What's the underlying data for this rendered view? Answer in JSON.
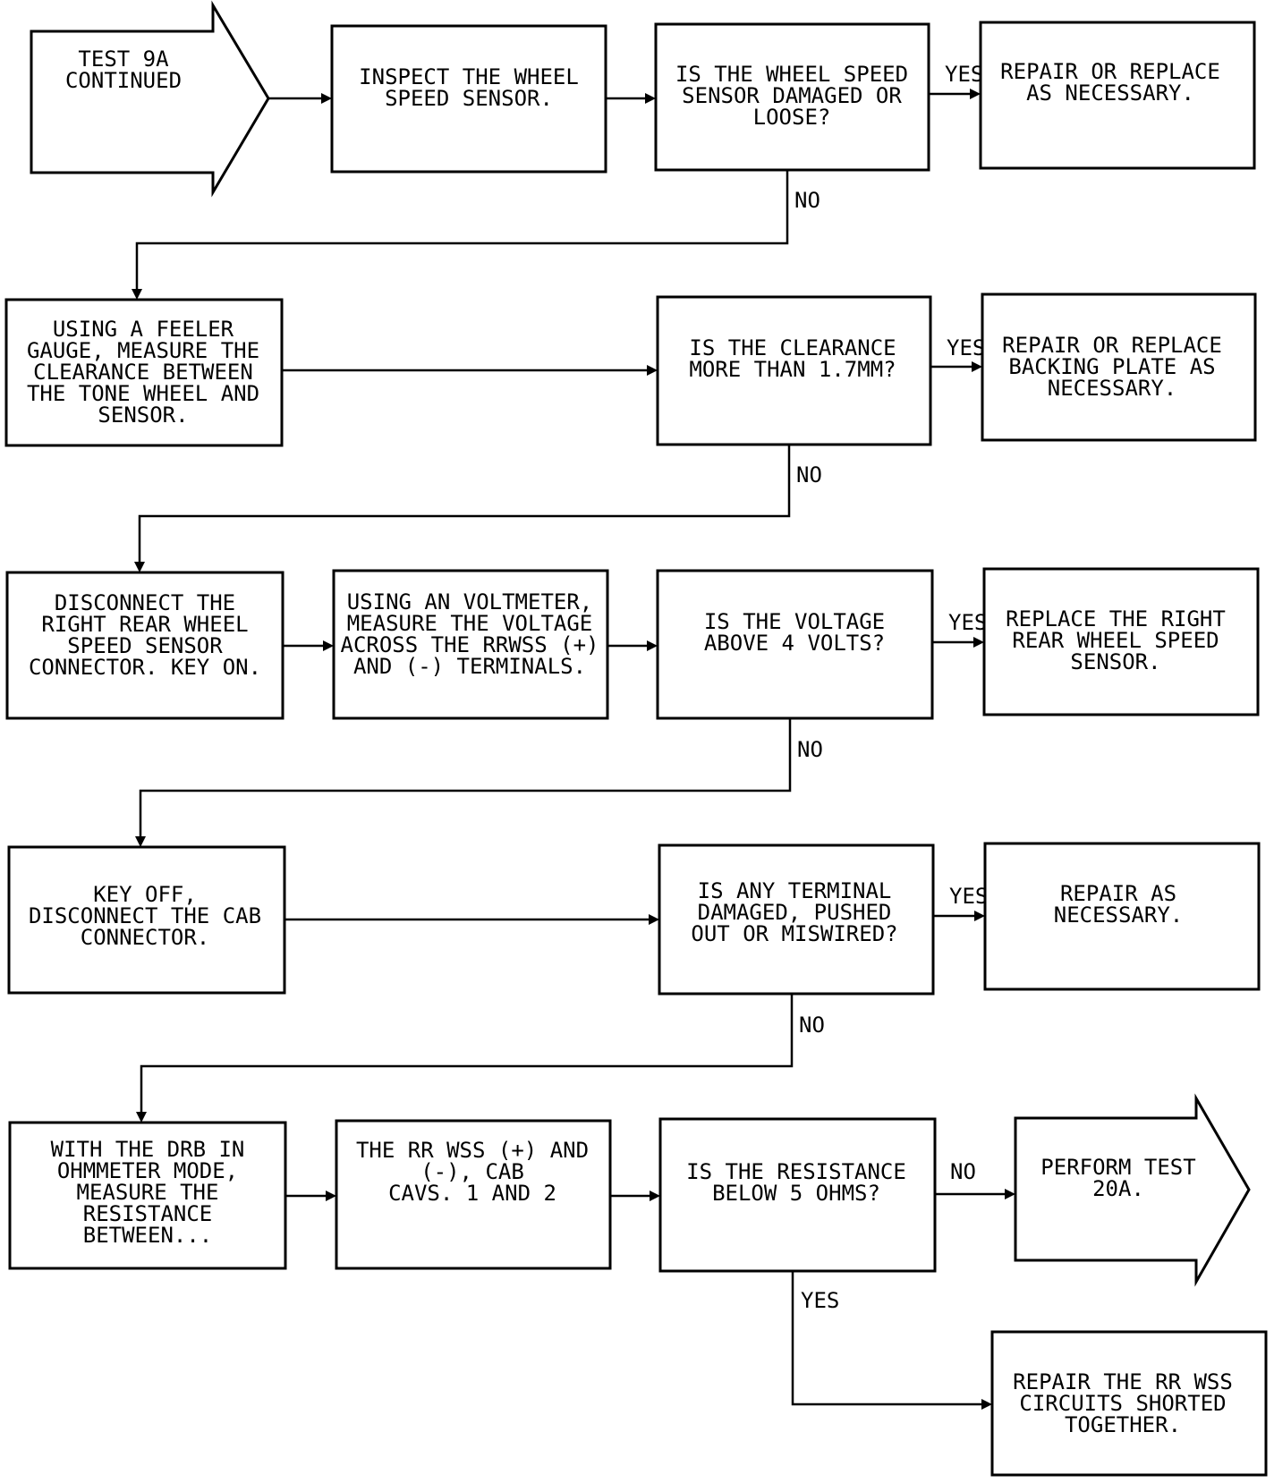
{
  "boxes": {
    "start": [
      "TEST 9A",
      "CONTINUED"
    ],
    "inspect": [
      "INSPECT THE WHEEL",
      "SPEED SENSOR."
    ],
    "q_damaged": [
      "IS THE WHEEL SPEED",
      "SENSOR DAMAGED OR",
      "LOOSE?"
    ],
    "a_repair1": [
      "REPAIR OR REPLACE",
      "AS NECESSARY."
    ],
    "feeler": [
      "USING A FEELER",
      "GAUGE, MEASURE THE",
      "CLEARANCE BETWEEN",
      "THE TONE WHEEL AND",
      "SENSOR."
    ],
    "q_clearance": [
      "IS THE CLEARANCE",
      "MORE THAN 1.7MM?"
    ],
    "a_repair2": [
      "REPAIR OR REPLACE",
      "BACKING PLATE AS",
      "NECESSARY."
    ],
    "disconnect": [
      "DISCONNECT THE",
      "RIGHT REAR WHEEL",
      "SPEED SENSOR",
      "CONNECTOR. KEY ON."
    ],
    "voltmeter": [
      "USING AN VOLTMETER,",
      "MEASURE THE VOLTAGE",
      "ACROSS THE RRWSS (+)",
      "AND (-) TERMINALS."
    ],
    "q_voltage": [
      "IS THE VOLTAGE",
      "ABOVE 4 VOLTS?"
    ],
    "a_replace": [
      "REPLACE THE RIGHT",
      "REAR WHEEL SPEED",
      "SENSOR."
    ],
    "keyoff": [
      "KEY OFF,",
      "DISCONNECT THE CAB",
      "CONNECTOR."
    ],
    "q_terminal": [
      "IS ANY TERMINAL",
      "DAMAGED, PUSHED",
      "OUT OR MISWIRED?"
    ],
    "a_repair3": [
      "REPAIR AS",
      "NECESSARY."
    ],
    "drb": [
      "WITH THE DRB IN",
      "OHMMETER MODE,",
      "MEASURE THE",
      "RESISTANCE",
      "BETWEEN..."
    ],
    "rrwss": [
      "THE RR WSS (+) AND",
      "(-), CAB",
      "CAVS. 1 AND 2"
    ],
    "q_resistance": [
      "IS THE RESISTANCE",
      "BELOW 5 OHMS?"
    ],
    "perform": [
      "PERFORM TEST",
      "20A."
    ],
    "a_repair4": [
      "REPAIR THE RR WSS",
      "CIRCUITS SHORTED",
      "TOGETHER."
    ]
  },
  "labels": {
    "yes1": "YES",
    "no1": "NO",
    "yes2": "YES",
    "no2": "NO",
    "yes3": "YES",
    "no3": "NO",
    "yes4": "YES",
    "no4": "NO",
    "no5": "NO",
    "yes5": "YES"
  }
}
